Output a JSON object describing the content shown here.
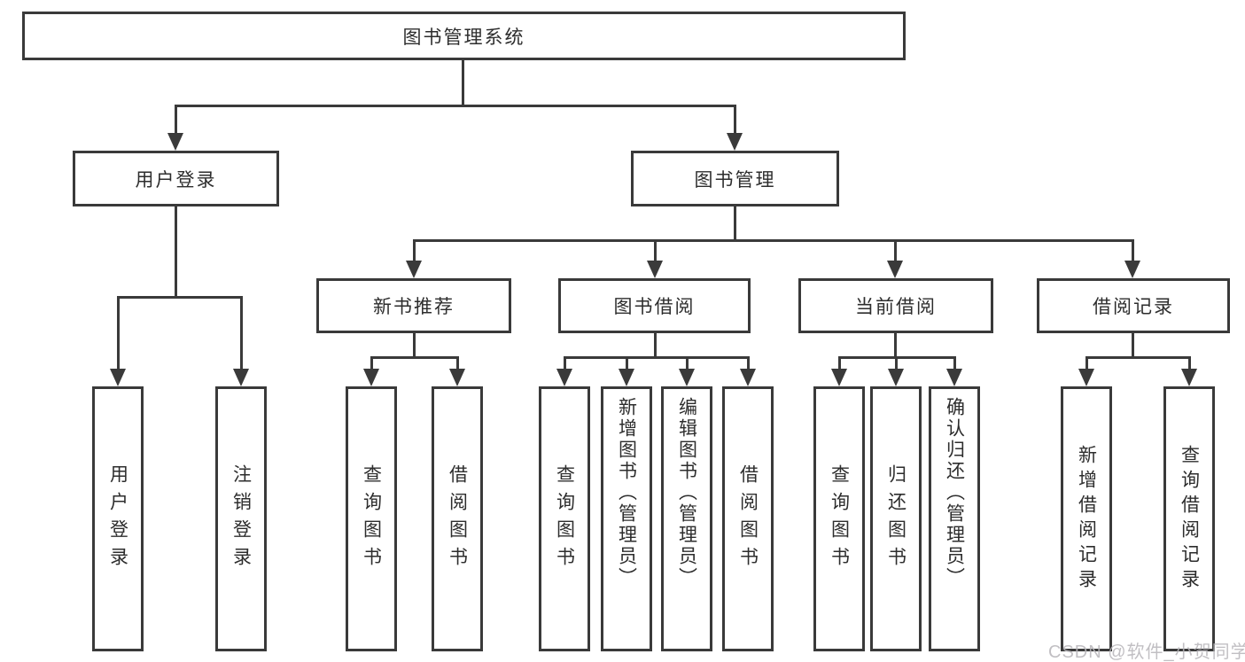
{
  "diagram": {
    "title": "图书管理系统",
    "level2": {
      "user_login": "用户登录",
      "book_management": "图书管理"
    },
    "level3": {
      "new_book_recommend": "新书推荐",
      "book_borrow": "图书借阅",
      "current_borrow": "当前借阅",
      "borrow_records": "借阅记录"
    },
    "leaves": {
      "user_login": "用户登录",
      "logout": "注销登录",
      "nb_query_books": "查询图书",
      "nb_borrow_books": "借阅图书",
      "bb_query_books": "查询图书",
      "bb_add_books": "新增图书（管理员）",
      "bb_edit_books": "编辑图书（管理员）",
      "bb_borrow_books": "借阅图书",
      "cb_query_books": "查询图书",
      "cb_return_books": "归还图书",
      "cb_confirm_return": "确认归还（管理员）",
      "br_add_record": "新增借阅记录",
      "br_query_record": "查询借阅记录"
    },
    "watermark": "CSDN @软件_小贺同学",
    "colors": {
      "line": "#3a3a3a",
      "text": "#2d2d2d",
      "watermark": "#b7b5b9"
    }
  }
}
